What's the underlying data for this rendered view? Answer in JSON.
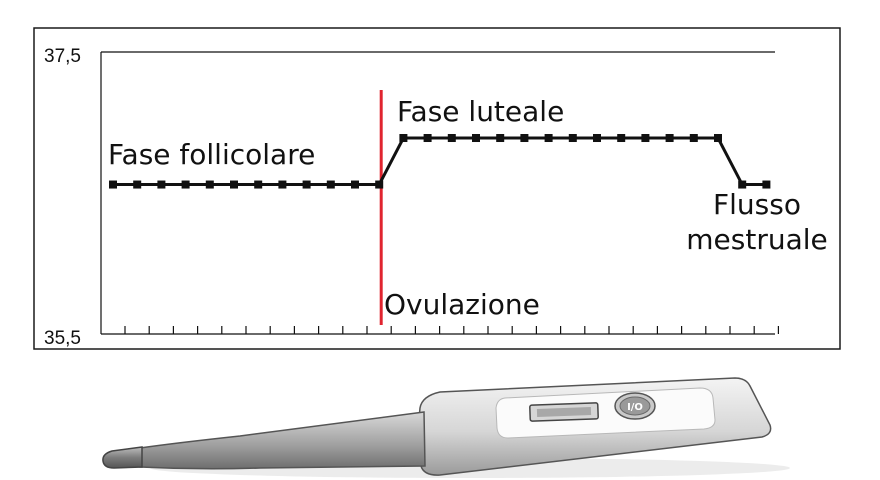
{
  "chart_data": {
    "type": "line",
    "title": "",
    "xlabel": "",
    "ylabel": "",
    "ylim": [
      35.5,
      37.5
    ],
    "y_tick_labels": [
      "37,5",
      "35,5"
    ],
    "x_tick_count": 28,
    "grid": false,
    "series": [
      {
        "values": [
          36.56,
          36.56,
          36.56,
          36.56,
          36.56,
          36.56,
          36.56,
          36.56,
          36.56,
          36.56,
          36.56,
          36.56,
          36.89,
          36.89,
          36.89,
          36.89,
          36.89,
          36.89,
          36.89,
          36.89,
          36.89,
          36.89,
          36.89,
          36.89,
          36.89,
          36.89,
          36.56,
          36.56
        ],
        "color": "#111111"
      }
    ],
    "ovulation_marker": {
      "after_index": 11,
      "color": "#e0242f"
    },
    "annotations": {
      "follicular": "Fase follicolare",
      "luteal": "Fase luteale",
      "ovulation": "Ovulazione",
      "menstrual_line1": "Flusso",
      "menstrual_line2": "mestruale"
    }
  },
  "illustration": {
    "name": "thermometer-icon",
    "display_glyph": "I/O"
  }
}
